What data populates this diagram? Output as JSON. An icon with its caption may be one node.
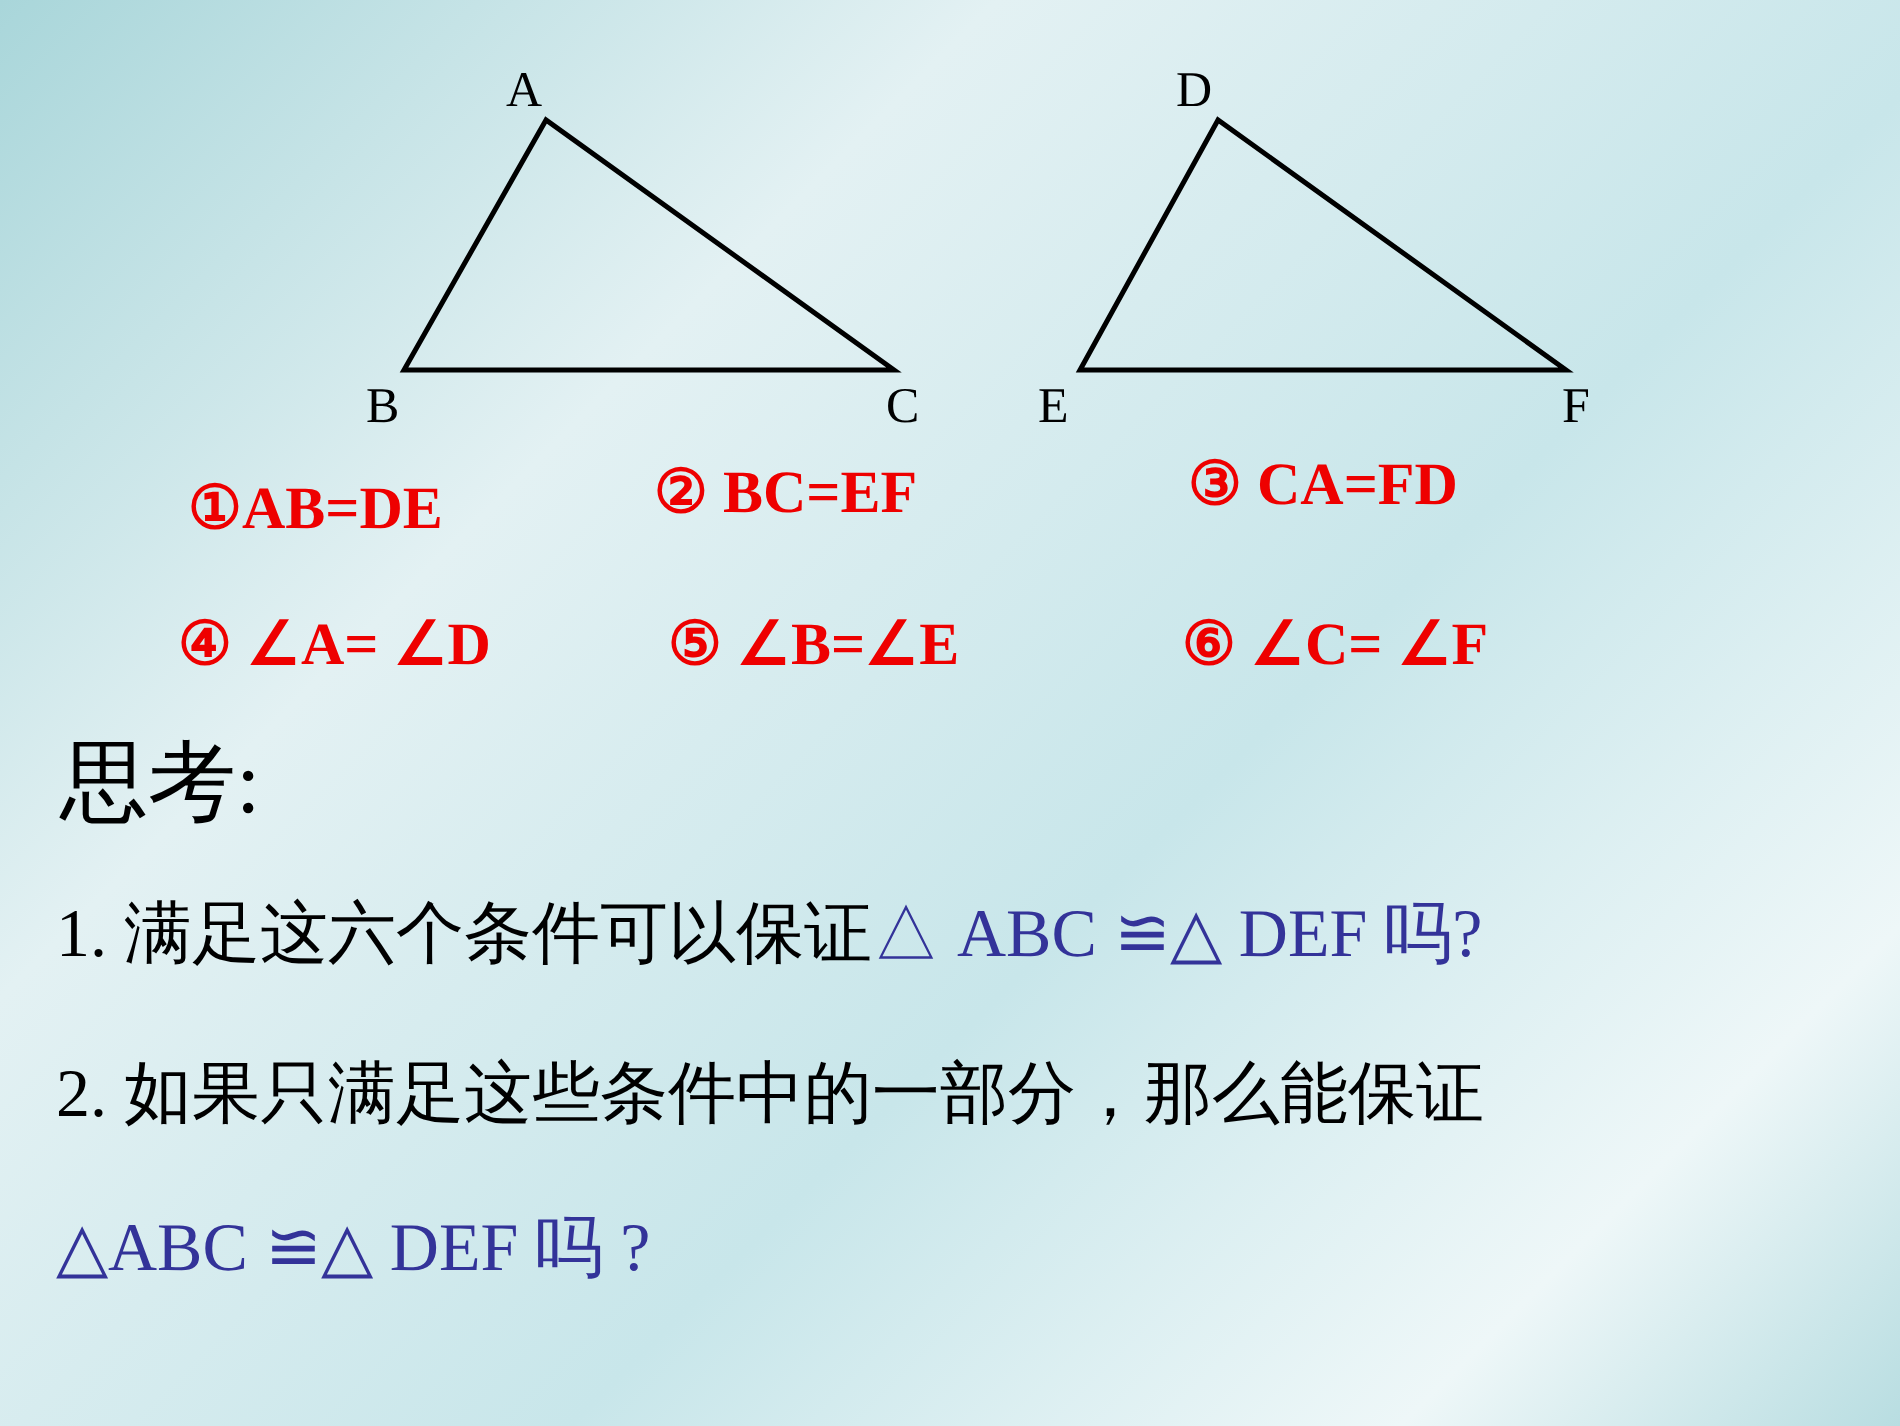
{
  "diagram": {
    "labels": [
      "A",
      "D",
      "B",
      "C",
      "E",
      "F",
      "①AB=DE",
      "② BC=EF",
      "③ CA=FD",
      "④ ∠A= ∠D",
      "⑤ ∠B=∠E",
      "⑥ ∠C= ∠F",
      "思考:",
      "1. 满足这六个条件可以保证",
      "△ ABC ≌△ DEF 吗?",
      "2. 如果只满足这些条件中的一部分，那么能保证",
      "△ABC ≌△ DEF 吗 ?"
    ]
  }
}
